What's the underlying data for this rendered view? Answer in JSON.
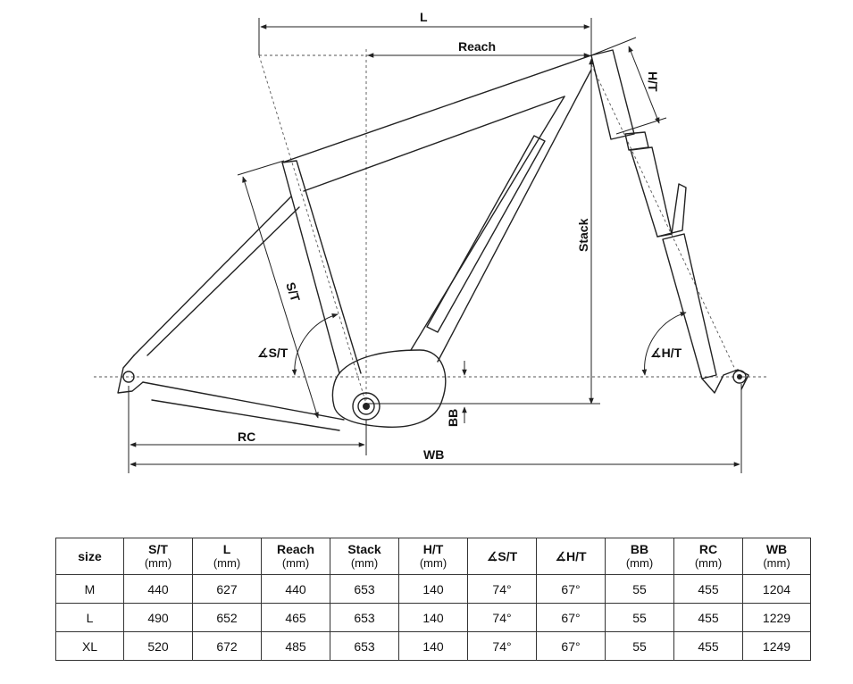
{
  "labels": {
    "l": "L",
    "reach": "Reach",
    "ht": "H/T",
    "stack": "Stack",
    "st": "S/T",
    "st_angle": "S/T",
    "ht_angle": "H/T",
    "bb": "BB",
    "rc": "RC",
    "wb": "WB"
  },
  "table": {
    "headers": [
      {
        "name": "size",
        "unit": ""
      },
      {
        "name": "S/T",
        "unit": "(mm)"
      },
      {
        "name": "L",
        "unit": "(mm)"
      },
      {
        "name": "Reach",
        "unit": "(mm)"
      },
      {
        "name": "Stack",
        "unit": "(mm)"
      },
      {
        "name": "H/T",
        "unit": "(mm)"
      },
      {
        "name": "∡S/T",
        "unit": ""
      },
      {
        "name": "∡H/T",
        "unit": ""
      },
      {
        "name": "BB",
        "unit": "(mm)"
      },
      {
        "name": "RC",
        "unit": "(mm)"
      },
      {
        "name": "WB",
        "unit": "(mm)"
      }
    ],
    "rows": [
      [
        "M",
        "440",
        "627",
        "440",
        "653",
        "140",
        "74°",
        "67°",
        "55",
        "455",
        "1204"
      ],
      [
        "L",
        "490",
        "652",
        "465",
        "653",
        "140",
        "74°",
        "67°",
        "55",
        "455",
        "1229"
      ],
      [
        "XL",
        "520",
        "672",
        "485",
        "653",
        "140",
        "74°",
        "67°",
        "55",
        "455",
        "1249"
      ]
    ]
  }
}
